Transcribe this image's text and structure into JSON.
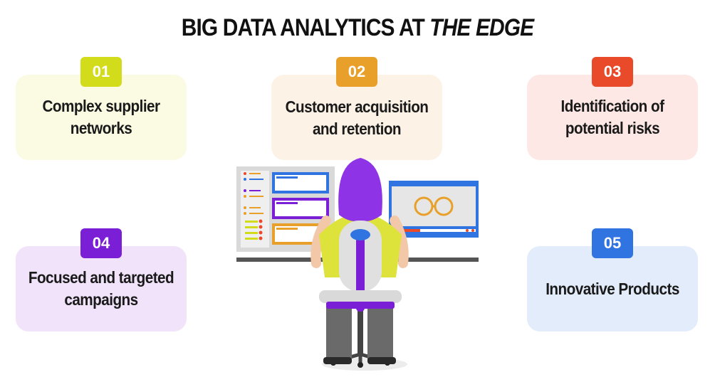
{
  "title": {
    "main": "BIG DATA ANALYTICS AT",
    "emphasis": "THE EDGE"
  },
  "items": [
    {
      "number": "01",
      "label": "Complex supplier networks",
      "color": "#d3dc1a"
    },
    {
      "number": "02",
      "label": "Customer acquisition and retention",
      "color": "#e8a02a"
    },
    {
      "number": "03",
      "label": "Identification of potential risks",
      "color": "#e84a2a"
    },
    {
      "number": "04",
      "label": "Focused and targeted campaigns",
      "color": "#7b1fd6"
    },
    {
      "number": "05",
      "label": "Innovative Products",
      "color": "#2f74e0"
    }
  ]
}
